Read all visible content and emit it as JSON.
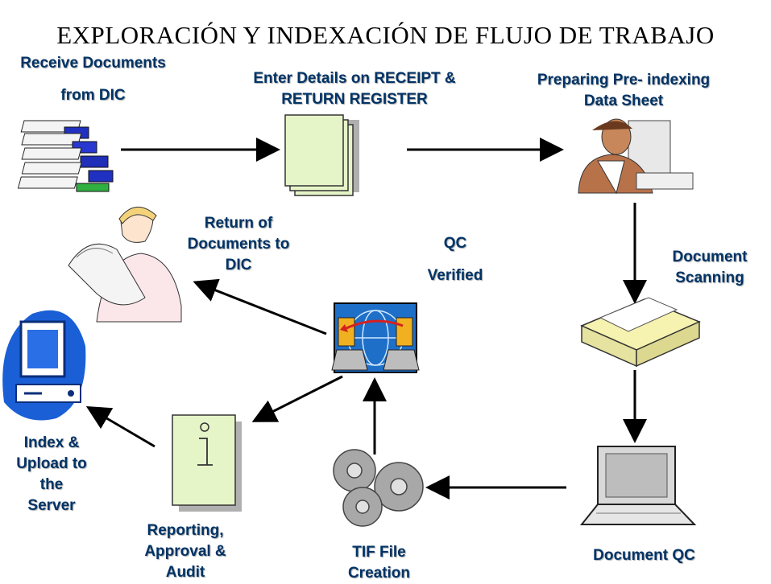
{
  "title": "EXPLORACIÓN Y INDEXACIÓN DE FLUJO DE TRABAJO",
  "steps": {
    "receive": {
      "line1": "Receive Documents",
      "line2": "from DIC"
    },
    "enter": {
      "line1": "Enter Details on RECEIPT &",
      "line2": "RETURN REGISTER"
    },
    "prepare": {
      "line1": "Preparing Pre- indexing",
      "line2": "Data Sheet"
    },
    "scanning": {
      "line1": "Document",
      "line2": "Scanning"
    },
    "doc_qc": {
      "line1": "Document QC"
    },
    "tif": {
      "line1": "TIF File",
      "line2": "Creation"
    },
    "qc": {
      "line1": "QC",
      "line2": "Verified"
    },
    "return": {
      "line1": "Return of",
      "line2": "Documents to",
      "line3": "DIC"
    },
    "reporting": {
      "line1": "Reporting,",
      "line2": "Approval &",
      "line3": "Audit"
    },
    "index": {
      "line1": "Index &",
      "line2": "Upload to",
      "line3": "the",
      "line4": "Server"
    }
  },
  "colors": {
    "label": "#003366",
    "arrow": "#000000",
    "paper": "#e6f5c8",
    "blue": "#1a5fd6"
  }
}
